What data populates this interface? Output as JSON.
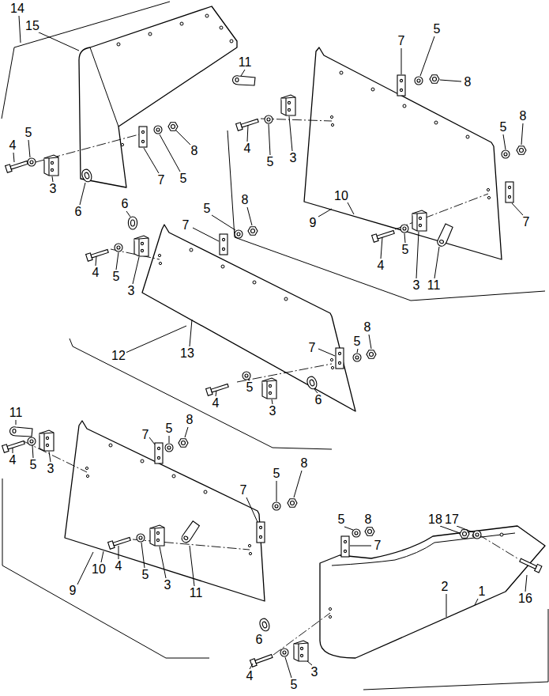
{
  "diagram": {
    "labels": [
      "14",
      "15",
      "4",
      "5",
      "3",
      "6",
      "7",
      "5",
      "8",
      "7",
      "5",
      "8",
      "11",
      "4",
      "5",
      "3",
      "5",
      "8",
      "7",
      "10",
      "9",
      "4",
      "5",
      "3",
      "11",
      "6",
      "7",
      "5",
      "8",
      "4",
      "5",
      "3",
      "13",
      "12",
      "8",
      "7",
      "5",
      "4",
      "5",
      "3",
      "6",
      "11",
      "4",
      "5",
      "3",
      "7",
      "8",
      "5",
      "10",
      "9",
      "7",
      "5",
      "8",
      "4",
      "5",
      "3",
      "11",
      "5",
      "8",
      "7",
      "18",
      "17",
      "16",
      "2",
      "1",
      "6",
      "4",
      "3",
      "5"
    ]
  }
}
